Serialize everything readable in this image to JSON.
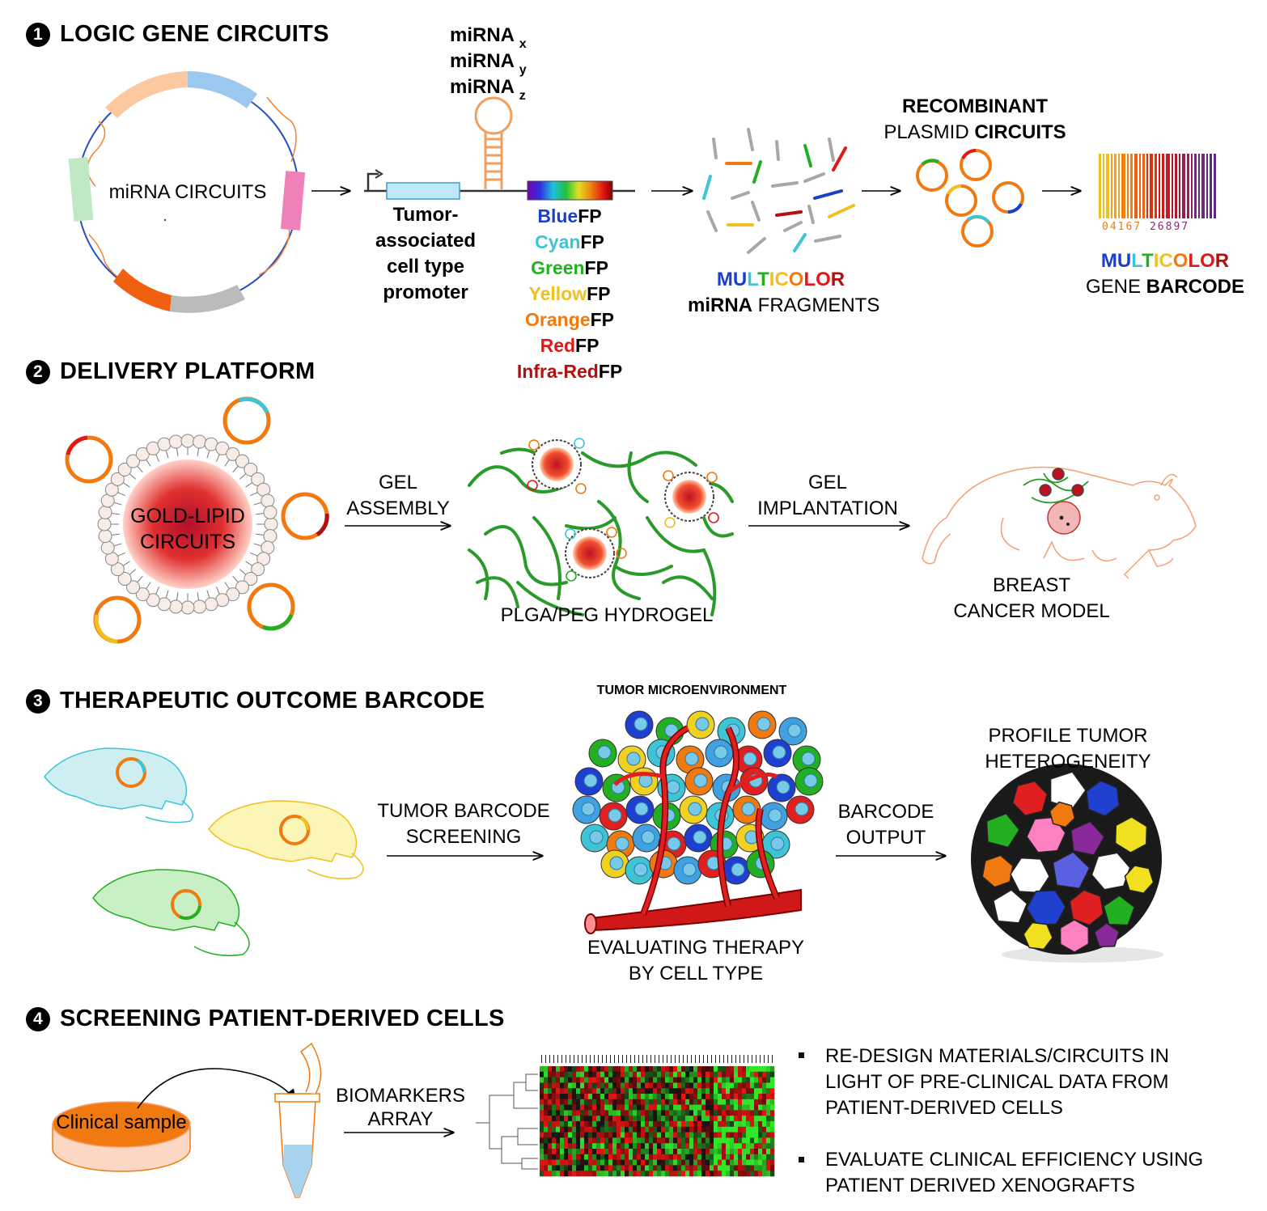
{
  "sections": {
    "s1": {
      "num": "1",
      "title": "LOGIC GENE CIRCUITS"
    },
    "s2": {
      "num": "2",
      "title": "DELIVERY PLATFORM"
    },
    "s3": {
      "num": "3",
      "title": "THERAPEUTIC OUTCOME BARCODE"
    },
    "s4": {
      "num": "4",
      "title": "SCREENING PATIENT-DERIVED CELLS"
    }
  },
  "circuit": {
    "plasmid_label": "miRNA CIRCUITS",
    "mirna": [
      {
        "base": "miRNA",
        "sub": "x"
      },
      {
        "base": "miRNA",
        "sub": "y"
      },
      {
        "base": "miRNA",
        "sub": "z"
      }
    ],
    "promoter_lines": [
      "Tumor-",
      "associated",
      "cell type",
      "promoter"
    ],
    "fps": [
      {
        "color_word": "Blue",
        "suffix": "FP",
        "color": "#1a3fcc"
      },
      {
        "color_word": "Cyan",
        "suffix": "FP",
        "color": "#3fc4d6"
      },
      {
        "color_word": "Green",
        "suffix": "FP",
        "color": "#22b022"
      },
      {
        "color_word": "Yellow",
        "suffix": "FP",
        "color": "#f0c020"
      },
      {
        "color_word": "Orange",
        "suffix": "FP",
        "color": "#f07a10"
      },
      {
        "color_word": "Red",
        "suffix": "FP",
        "color": "#e01818"
      },
      {
        "color_word": "Infra-Red",
        "suffix": "FP",
        "color": "#b01010"
      }
    ],
    "fragments": {
      "multicolor": "MULTICOLOR",
      "line2_bold": "miRNA",
      "line2_rest": " FRAGMENTS"
    },
    "recombinant": {
      "line1": "RECOMBINANT",
      "line2_normal": "PLASMID ",
      "line2_bold": "CIRCUITS"
    },
    "barcode": {
      "multicolor": "MULTICOLOR",
      "line2_normal": "GENE ",
      "line2_bold": "BARCODE",
      "digits_left": "04167",
      "digits_right": "26897"
    },
    "multicolor_letters": [
      {
        "ch": "M",
        "color": "#1a3fcc"
      },
      {
        "ch": "U",
        "color": "#1a3fcc"
      },
      {
        "ch": "L",
        "color": "#3fc4d6"
      },
      {
        "ch": "T",
        "color": "#22b022"
      },
      {
        "ch": "I",
        "color": "#f0c020"
      },
      {
        "ch": "C",
        "color": "#f0c020"
      },
      {
        "ch": "O",
        "color": "#f07a10"
      },
      {
        "ch": "L",
        "color": "#e01818"
      },
      {
        "ch": "O",
        "color": "#e01818"
      },
      {
        "ch": "R",
        "color": "#b01010"
      }
    ]
  },
  "delivery": {
    "gold_lipid": [
      "GOLD-LIPID",
      "CIRCUITS"
    ],
    "gel_assembly": [
      "GEL",
      "ASSEMBLY"
    ],
    "hydrogel": "PLGA/PEG HYDROGEL",
    "gel_implantation": [
      "GEL",
      "IMPLANTATION"
    ],
    "cancer_model": [
      "BREAST",
      "CANCER MODEL"
    ]
  },
  "outcome": {
    "screening": [
      "TUMOR BARCODE",
      "SCREENING"
    ],
    "microenv": "TUMOR MICROENVIRONMENT",
    "evaluating": [
      "EVALUATING THERAPY",
      "BY CELL TYPE"
    ],
    "barcode_output": [
      "BARCODE",
      "OUTPUT"
    ],
    "profile": [
      "PROFILE TUMOR",
      "HETEROGENEITY"
    ]
  },
  "patient": {
    "clinical_sample": "Clinical sample",
    "biomarkers": [
      "BIOMARKERS",
      "ARRAY"
    ],
    "bullets": [
      [
        "RE-DESIGN MATERIALS/CIRCUITS IN",
        "LIGHT OF PRE-CLINICAL DATA FROM",
        "PATIENT-DERIVED CELLS"
      ],
      [
        "EVALUATE CLINICAL EFFICIENCY USING",
        "PATIENT DERIVED XENOGRAFTS"
      ]
    ]
  },
  "colors": {
    "blue": "#1a3fcc",
    "cyan": "#3fc4d6",
    "green": "#22b022",
    "yellow": "#f0c020",
    "orange": "#f07a10",
    "red": "#e01818",
    "darkred": "#b01010",
    "gray": "#a8a8a8"
  }
}
